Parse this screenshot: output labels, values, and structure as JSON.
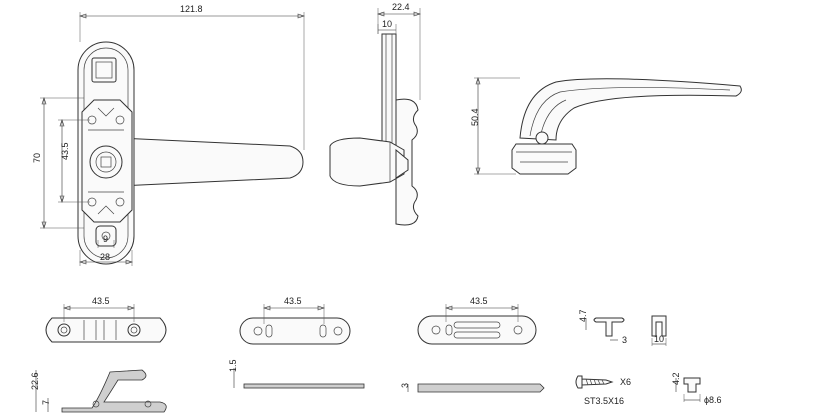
{
  "drawing": {
    "front_view": {
      "overall_length": "121.8",
      "height": "70",
      "hole_spacing": "43.5",
      "small_width": "9",
      "base_width": "28"
    },
    "side_view": {
      "overall_width": "22.4",
      "spindle_width": "10"
    },
    "profile_view": {
      "height": "50.4"
    },
    "base_plate": {
      "hole_spacing": "43.5",
      "height": "22.6",
      "step": "7"
    },
    "gasket_1": {
      "hole_spacing": "43.5",
      "thickness": "1.5"
    },
    "gasket_2": {
      "hole_spacing": "43.5",
      "thickness": "3"
    },
    "cap": {
      "height": "4.7",
      "offset": "3",
      "width": "10"
    },
    "screw": {
      "quantity": "X6",
      "spec": "ST3.5X16"
    },
    "plug": {
      "height": "4.2",
      "diameter": "ϕ8.6"
    }
  }
}
